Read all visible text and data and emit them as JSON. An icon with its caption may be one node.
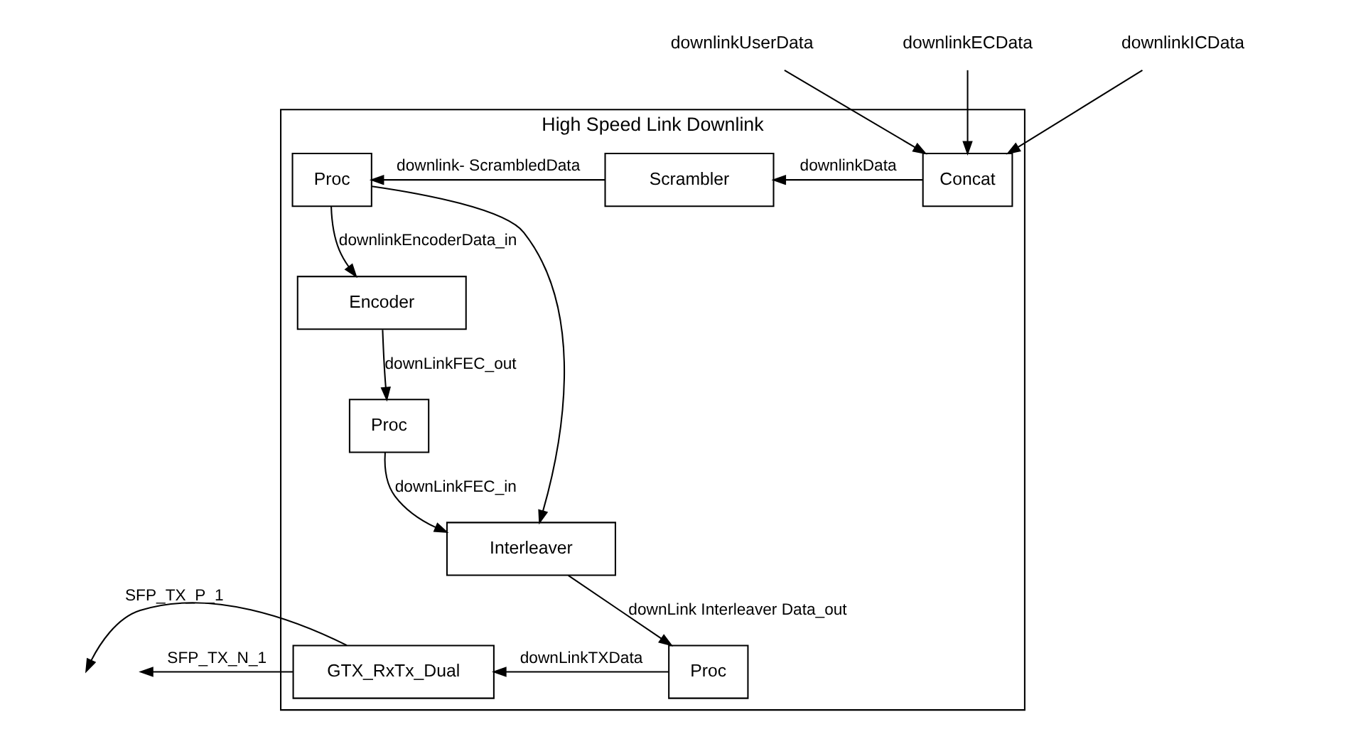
{
  "diagram": {
    "nodes": [
      {
        "text": [
          "High Speed Link Downlink"
        ]
      },
      {
        "text": [
          "Proc"
        ],
        "in": 0
      },
      {
        "text": [
          "Scrambler"
        ],
        "in": 0
      },
      {
        "text": [
          "Concat"
        ],
        "in": 0
      },
      {
        "text": [
          "Encoder"
        ],
        "in": 0
      },
      {
        "text": [
          "Proc"
        ],
        "in": 0
      },
      {
        "text": [
          "Interleaver"
        ],
        "in": 0
      },
      {
        "text": [
          "GTX_RxTx_Dual"
        ],
        "in": 0
      },
      {
        "text": [
          "Proc"
        ],
        "in": 0
      },
      {
        "text": [
          "downlinkUserData"
        ]
      },
      {
        "text": [
          "downlinkECData"
        ]
      },
      {
        "text": [
          "downlinkICData"
        ]
      }
    ],
    "edges": [
      {
        "from": 9,
        "to": 3,
        "arrow": "to"
      },
      {
        "from": 10,
        "to": 3,
        "arrow": "to"
      },
      {
        "from": 11,
        "to": 3,
        "arrow": "to"
      },
      {
        "from": 3,
        "to": 2,
        "arrow": "to",
        "label": "downlinkData"
      },
      {
        "from": 2,
        "to": 1,
        "arrow": "to",
        "label": "downlink- ScrambledData"
      },
      {
        "from": 1,
        "to": 4,
        "arrow": "to",
        "label": "downlinkEncoderData_in"
      },
      {
        "from": 1,
        "to": 6,
        "arrow": "to"
      },
      {
        "from": 4,
        "to": 5,
        "arrow": "to",
        "label": "downLinkFEC_out"
      },
      {
        "from": 5,
        "to": 6,
        "arrow": "to",
        "label": "downLinkFEC_in"
      },
      {
        "from": 6,
        "to": 8,
        "arrow": "to",
        "label": "downLink Interleaver Data_out"
      },
      {
        "from": 8,
        "to": 7,
        "arrow": "to",
        "label": "downLinkTXData"
      },
      {
        "from": 7,
        "to": null,
        "arrow": "to",
        "label": "SFP_TX_P_1"
      },
      {
        "from": 7,
        "to": null,
        "arrow": "to",
        "label": "SFP_TX_N_1"
      }
    ]
  }
}
